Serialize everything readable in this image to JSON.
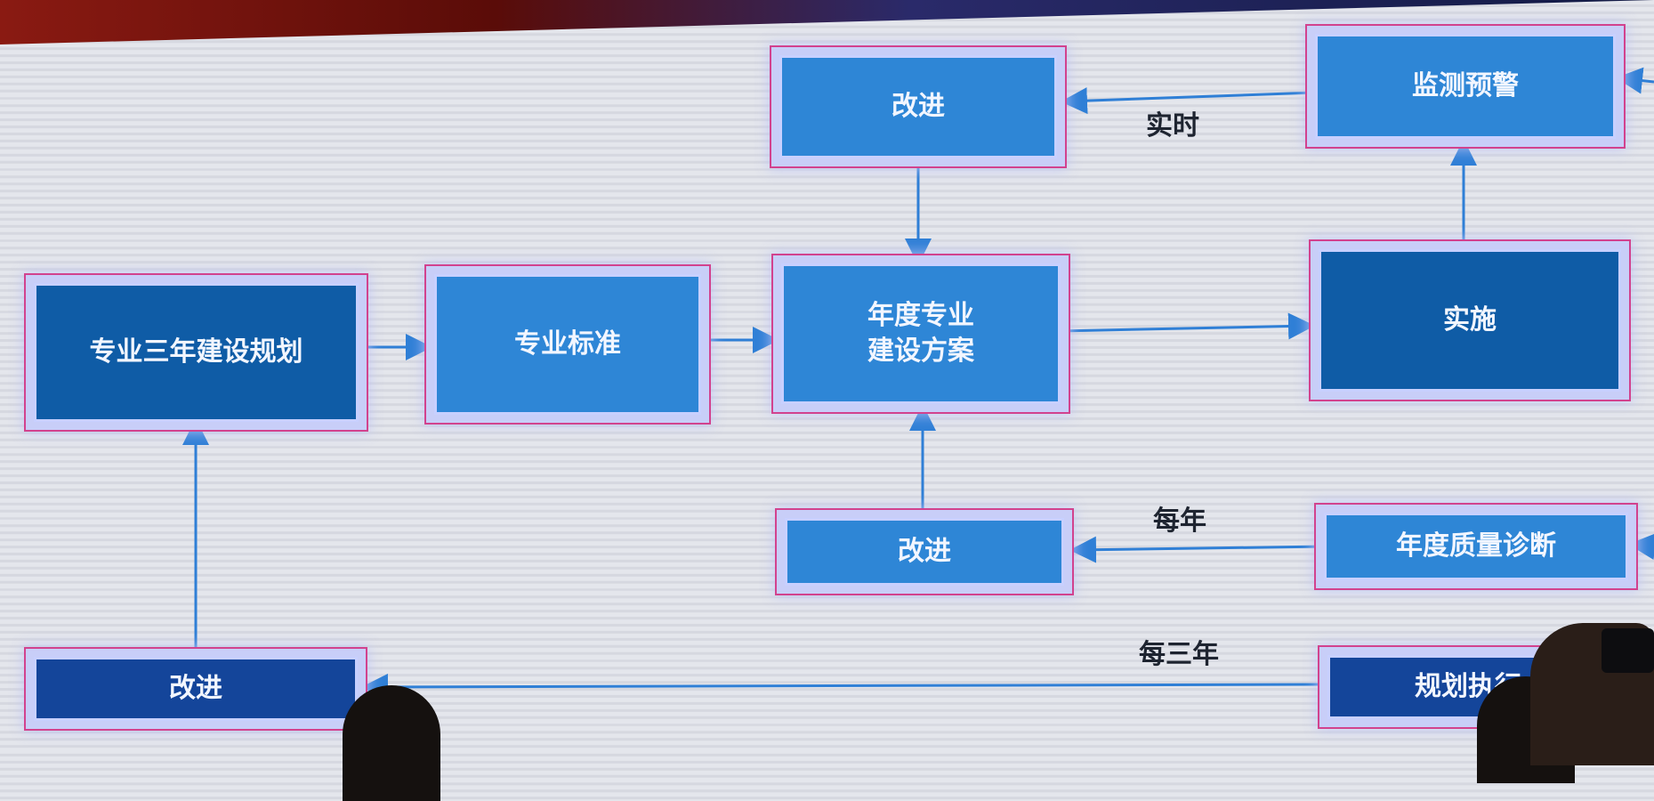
{
  "nodes": {
    "plan3yr": "专业三年建设规划",
    "standard": "专业标准",
    "annualPlan": "年度专业\n建设方案",
    "implement": "实施",
    "monitor": "监测预警",
    "improveTop": "改进",
    "improveMid": "改进",
    "improveBottom": "改进",
    "diagnosis": "年度质量诊断",
    "execution": "规划执行"
  },
  "edge_labels": {
    "realtime": "实时",
    "yearly": "每年",
    "triennial": "每三年"
  },
  "colors": {
    "light_box": "#2e86d6",
    "dark_box": "#0f5ca6",
    "navy_box": "#14459a",
    "arrow": "#2f7fd6"
  }
}
